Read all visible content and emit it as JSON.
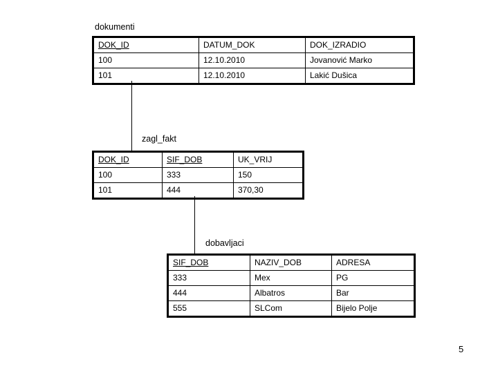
{
  "slide": {
    "page_number": "5"
  },
  "entities": [
    {
      "name": "dokumenti",
      "label": "dokumenti",
      "columns": [
        "DOK_ID",
        "DATUM_DOK",
        "DOK_IZRADIO"
      ],
      "key_columns": [
        "DOK_ID"
      ],
      "rows": [
        [
          "100",
          "12.10.2010",
          "Jovanović Marko"
        ],
        [
          "101",
          "12.10.2010",
          "Lakić Dušica"
        ]
      ]
    },
    {
      "name": "zagl_fakt",
      "label": "zagl_fakt",
      "columns": [
        "DOK_ID",
        "SIF_DOB",
        "UK_VRIJ"
      ],
      "key_columns": [
        "DOK_ID",
        "SIF_DOB"
      ],
      "rows": [
        [
          "100",
          "333",
          "150"
        ],
        [
          "101",
          "444",
          "370,30"
        ]
      ]
    },
    {
      "name": "dobavljaci",
      "label": "dobavljaci",
      "columns": [
        "SIF_DOB",
        "NAZIV_DOB",
        "ADRESA"
      ],
      "key_columns": [
        "SIF_DOB"
      ],
      "rows": [
        [
          "333",
          "Mex",
          "PG"
        ],
        [
          "444",
          "Albatros",
          "Bar"
        ],
        [
          "555",
          "SLCom",
          "Bijelo Polje"
        ]
      ]
    }
  ]
}
